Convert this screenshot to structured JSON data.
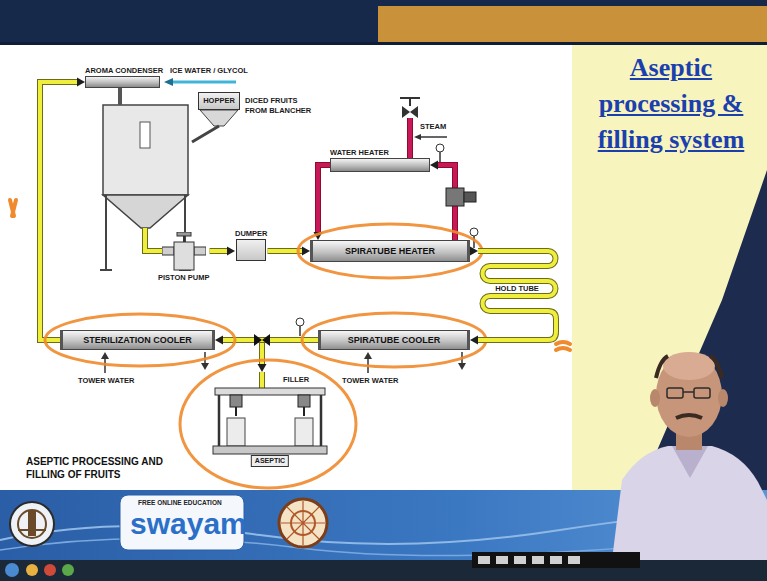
{
  "diagram": {
    "title": "Aseptic processing & filling system",
    "caption": "ASEPTIC PROCESSING AND FILLING OF FRUITS",
    "nodes": [
      {
        "text": [
          "AROMA CONDENSER"
        ]
      },
      {
        "text": [
          "HOPPER"
        ]
      },
      {
        "text": [
          "PISTON PUMP"
        ]
      },
      {
        "text": [
          "DUMPER"
        ]
      },
      {
        "text": [
          "SPIRATUBE HEATER"
        ]
      },
      {
        "text": [
          "WATER HEATER"
        ]
      },
      {
        "text": [
          "HOLD TUBE"
        ]
      },
      {
        "text": [
          "SPIRATUBE COOLER"
        ]
      },
      {
        "text": [
          "STERILIZATION COOLER"
        ]
      },
      {
        "text": [
          "FILLER",
          "ASEPTIC"
        ]
      }
    ],
    "edges": [
      {
        "from": 2,
        "to": 3,
        "arrow": "to"
      },
      {
        "from": 3,
        "to": 4,
        "arrow": "to"
      },
      {
        "from": 4,
        "to": 6,
        "arrow": "to"
      },
      {
        "from": 6,
        "to": 7,
        "arrow": "to"
      },
      {
        "from": 7,
        "to": 9,
        "arrow": "to"
      },
      {
        "from": 7,
        "to": 8,
        "arrow": "to"
      },
      {
        "from": 8,
        "to": 0,
        "arrow": "to"
      },
      {
        "from": 5,
        "to": 4,
        "arrow": "to"
      },
      {
        "from": 4,
        "to": 5,
        "arrow": "to"
      }
    ],
    "labels": [
      "ICE WATER / GLYCOL",
      "DICED FRUITS FROM BLANCHER",
      "STEAM",
      "TOWER WATER",
      "TOWER WATER",
      "FREE ONLINE EDUCATION",
      "swayam"
    ]
  }
}
